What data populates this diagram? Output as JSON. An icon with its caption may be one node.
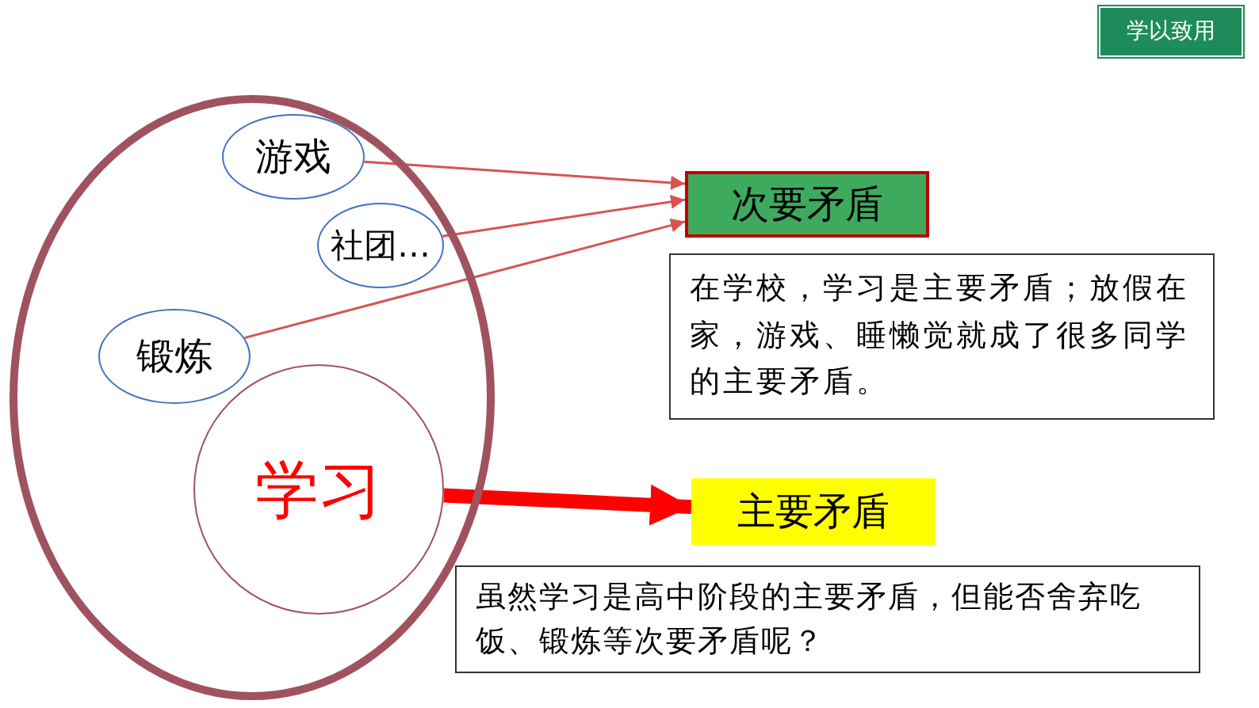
{
  "diagram": {
    "nodes": [
      {
        "text": [],
        "shape": "circle"
      },
      {
        "text": [
          "游戏"
        ],
        "in": 0
      },
      {
        "text": [
          "社团…"
        ],
        "in": 0
      },
      {
        "text": [
          "锻炼"
        ],
        "in": 0
      },
      {
        "text": [
          "学习"
        ],
        "in": 0
      },
      {
        "text": [
          "次要矛盾"
        ]
      },
      {
        "text": [
          "主要矛盾"
        ]
      },
      {
        "text": [
          "在学校，学习是主要矛盾；放假在家，游戏、睡懒觉就成了很多同学的主要矛盾。"
        ]
      },
      {
        "text": [
          "虽然学习是高中阶段的主要矛盾，但能否舍弃吃饭、锻炼等次要矛盾呢？"
        ]
      },
      {
        "text": [
          "学以致用"
        ]
      }
    ],
    "edges": [
      {
        "from": 1,
        "to": 5,
        "arrow": "to"
      },
      {
        "from": 2,
        "to": 5,
        "arrow": "to"
      },
      {
        "from": 3,
        "to": 5,
        "arrow": "to"
      },
      {
        "from": 4,
        "to": 6,
        "arrow": "to",
        "style": "thick",
        "color": "#ff0000"
      }
    ]
  }
}
